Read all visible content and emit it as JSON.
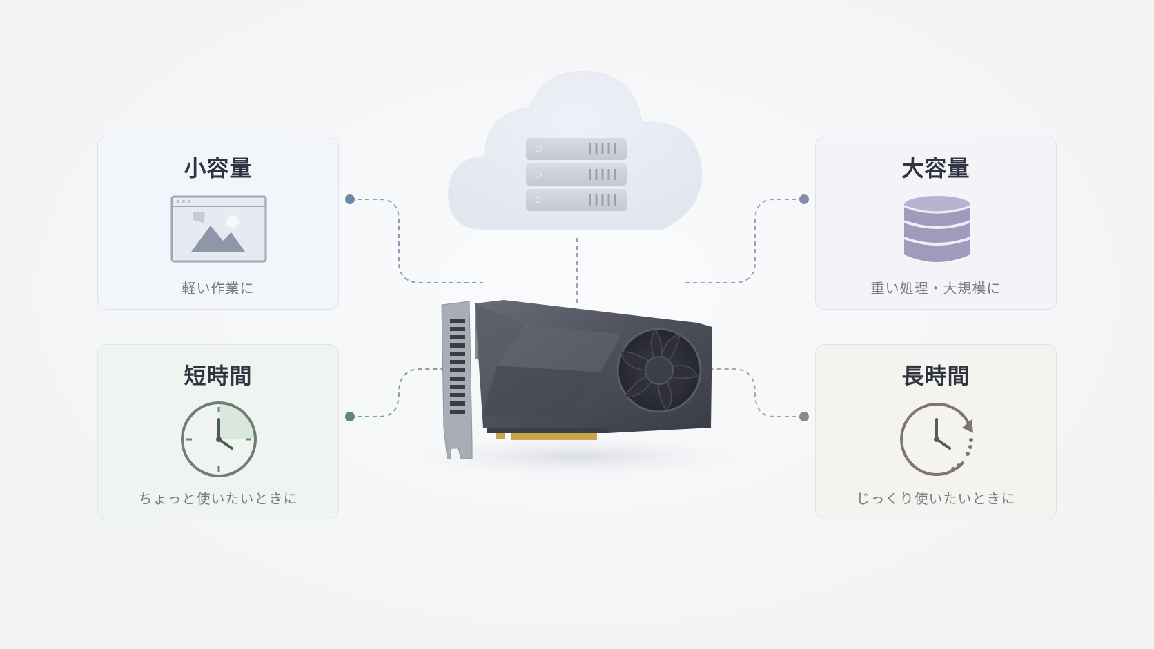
{
  "cards": {
    "small": {
      "title": "小容量",
      "caption": "軽い作業に",
      "icon": "image-window-icon"
    },
    "large": {
      "title": "大容量",
      "caption": "重い処理・大規模に",
      "icon": "database-icon"
    },
    "short": {
      "title": "短時間",
      "caption": "ちょっと使いたいときに",
      "icon": "clock-icon"
    },
    "long": {
      "title": "長時間",
      "caption": "じっくり使いたいときに",
      "icon": "clock-cycle-icon"
    }
  },
  "center": {
    "cloud_icon": "cloud-server-icon",
    "device_icon": "gpu-card-icon"
  },
  "colors": {
    "small_accent": "#6f86a9",
    "large_accent": "#8b88ad",
    "short_accent": "#5f8a78",
    "long_accent": "#8d8981"
  }
}
